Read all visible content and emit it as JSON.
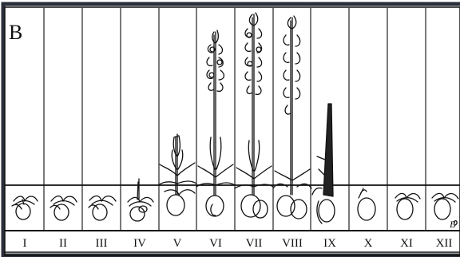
{
  "figure": {
    "panel_label": "B",
    "signature": "B",
    "months": [
      "I",
      "II",
      "III",
      "IV",
      "V",
      "VI",
      "VII",
      "VIII",
      "IX",
      "X",
      "XI",
      "XII"
    ],
    "line_color": "#111111",
    "frame_color": "#2b2f3a",
    "stages": [
      "tuber-rosette",
      "tuber-rosette",
      "tuber-rosette",
      "tuber-shoot",
      "leaf-rosette",
      "flowering",
      "flowering",
      "fruiting",
      "dry-stalk",
      "new-tuber",
      "tuber-rosette",
      "tuber-rosette"
    ]
  }
}
